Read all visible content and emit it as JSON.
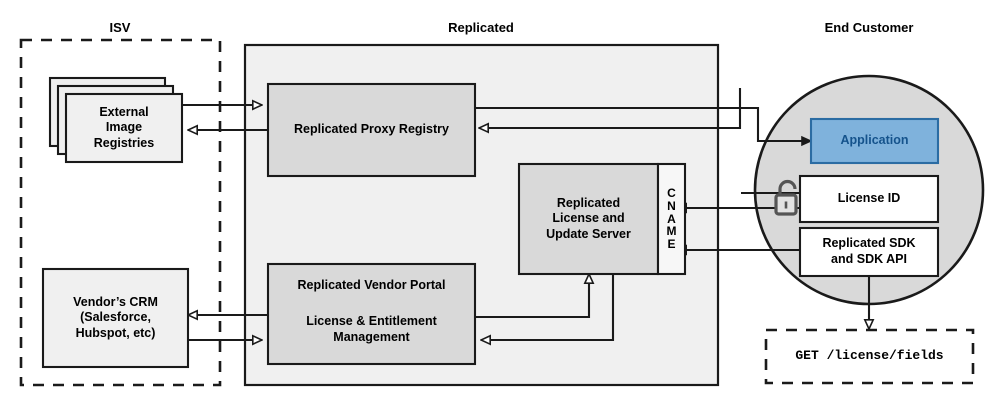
{
  "diagram": {
    "title_zones": [
      {
        "name": "isv",
        "label": "ISV"
      },
      {
        "name": "replicated",
        "label": "Replicated"
      },
      {
        "name": "end-customer",
        "label": "End Customer"
      }
    ],
    "nodes": {
      "external_image_registries": "External\nImage\nRegistries",
      "vendors_crm": "Vendor’s CRM\n(Salesforce,\nHubspot, etc)",
      "replicated_proxy_registry": "Replicated Proxy Registry",
      "replicated_license_update_server": "Replicated\nLicense and\nUpdate Server",
      "cname_strip": "C\nN\nA\nM\nE",
      "replicated_vendor_portal": "Replicated Vendor Portal",
      "license_entitlement_management": "License & Entitlement\nManagement",
      "application": "Application",
      "license_id": "License ID",
      "replicated_sdk": "Replicated SDK\nand SDK API",
      "api_call": "GET /license/fields"
    },
    "icons": {
      "unlocked_padlock": "unlock-icon"
    },
    "colors": {
      "stroke": "#1a1a1a",
      "panel_fill": "#f0f0f0",
      "node_fill": "#d9d9d9",
      "light_node_fill": "#f0f0f0",
      "white_fill": "#ffffff",
      "circle_fill": "#d9d9d9",
      "application_fill": "#7fb2dc",
      "application_stroke": "#2b6ca3",
      "application_text": "#15538c",
      "icon_gray": "#555555"
    }
  }
}
